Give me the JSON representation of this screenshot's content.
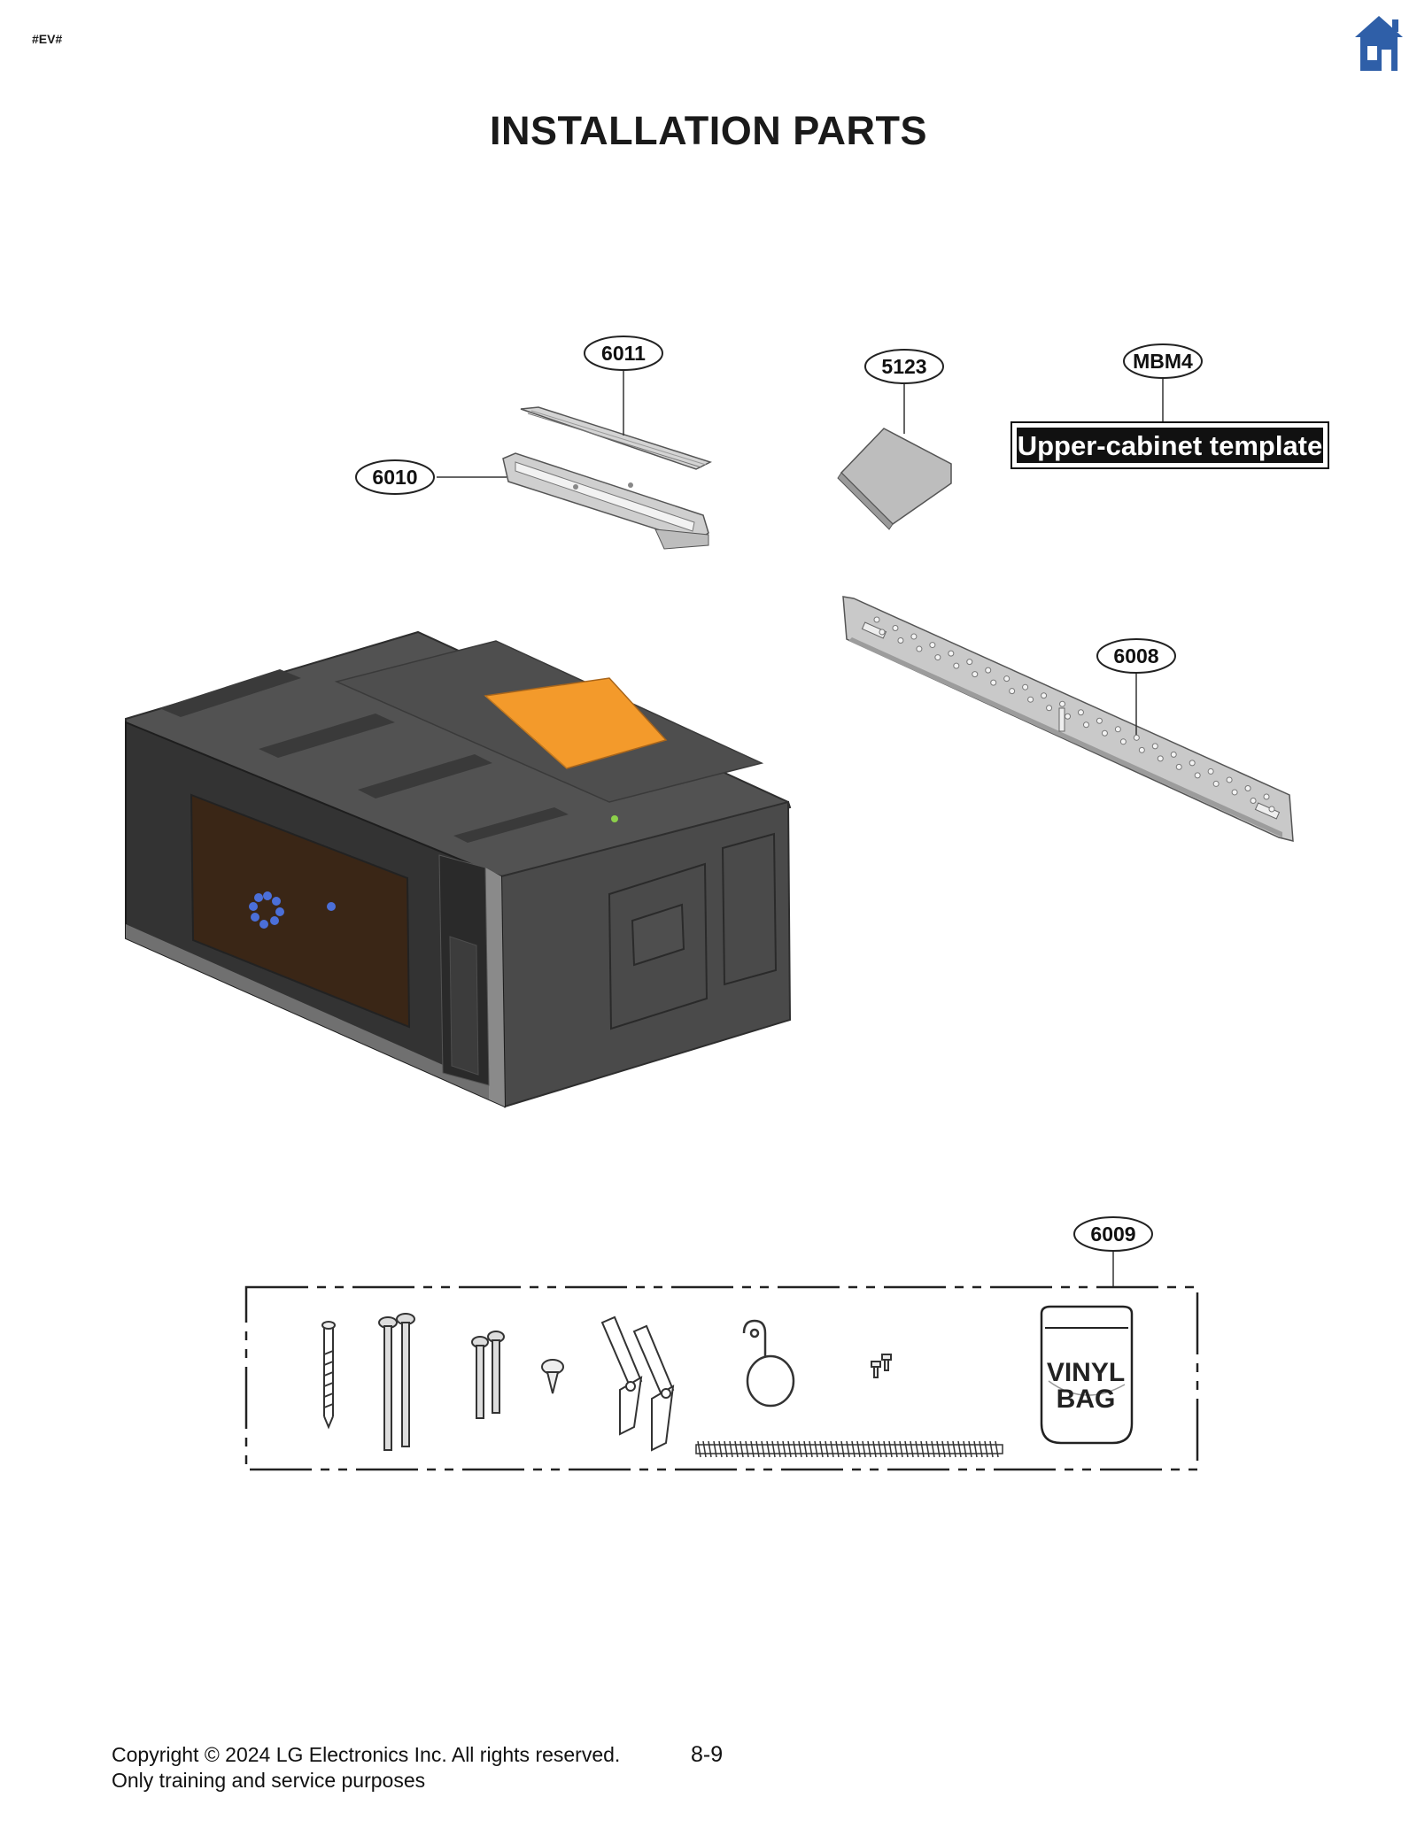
{
  "header": {
    "doc_code": "#EV#",
    "home_icon": "home-icon"
  },
  "title": "INSTALLATION PARTS",
  "parts": {
    "p6011": "6011",
    "p6010": "6010",
    "p5123": "5123",
    "pMBM4": "MBM4",
    "template_label": "Upper-cabinet template",
    "p6008": "6008",
    "p6009": "6009",
    "bag_line1": "VINYL",
    "bag_line2": "BAG"
  },
  "colors": {
    "home_icon": "#2f5fa8",
    "accent_plate": "#f39a2b"
  },
  "footer": {
    "copyright": "Copyright © 2024 LG Electronics Inc. All rights reserved.",
    "purpose": "Only training and service purposes",
    "page_number": "8-9"
  }
}
